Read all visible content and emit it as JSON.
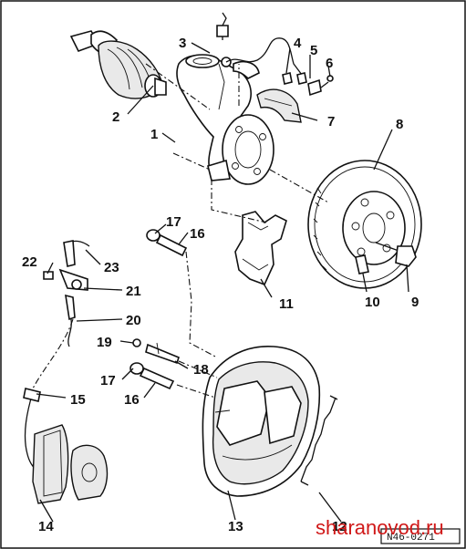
{
  "diagram": {
    "parts": [
      {
        "number": "1"
      },
      {
        "number": "2"
      },
      {
        "number": "3"
      },
      {
        "number": "4"
      },
      {
        "number": "5"
      },
      {
        "number": "6"
      },
      {
        "number": "7"
      },
      {
        "number": "8"
      },
      {
        "number": "9"
      },
      {
        "number": "10"
      },
      {
        "number": "11"
      },
      {
        "number": "12"
      },
      {
        "number": "13"
      },
      {
        "number": "14"
      },
      {
        "number": "15"
      },
      {
        "number": "16"
      },
      {
        "number": "16"
      },
      {
        "number": "17"
      },
      {
        "number": "17"
      },
      {
        "number": "18"
      },
      {
        "number": "19"
      },
      {
        "number": "20"
      },
      {
        "number": "21"
      },
      {
        "number": "22"
      },
      {
        "number": "23"
      }
    ],
    "figure_code": "N46-0271",
    "watermark": "sharanovod.ru"
  }
}
